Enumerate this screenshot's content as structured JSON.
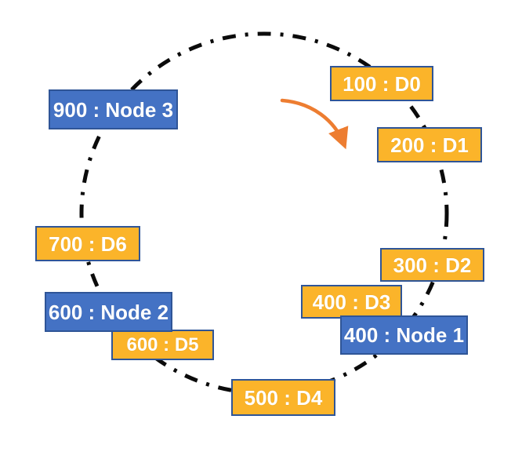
{
  "diagram": {
    "entries": [
      {
        "label": "100 : D0",
        "type": "data"
      },
      {
        "label": "200 : D1",
        "type": "data"
      },
      {
        "label": "300 : D2",
        "type": "data"
      },
      {
        "label": "400 : D3",
        "type": "data"
      },
      {
        "label": "500 : D4",
        "type": "data"
      },
      {
        "label": "600 : D5",
        "type": "data"
      },
      {
        "label": "700 : D6",
        "type": "data"
      },
      {
        "label": "400 : Node 1",
        "type": "node"
      },
      {
        "label": "600 : Node 2",
        "type": "node"
      },
      {
        "label": "900 : Node 3",
        "type": "node"
      }
    ],
    "arrow_direction": "clockwise",
    "colors": {
      "data_box_fill": "#FBB42A",
      "node_box_fill": "#4472C4",
      "box_border": "#2F5597",
      "ring_stroke": "#0B0B0B",
      "arrow": "#ED7D31",
      "text": "#FFFFFF"
    }
  }
}
